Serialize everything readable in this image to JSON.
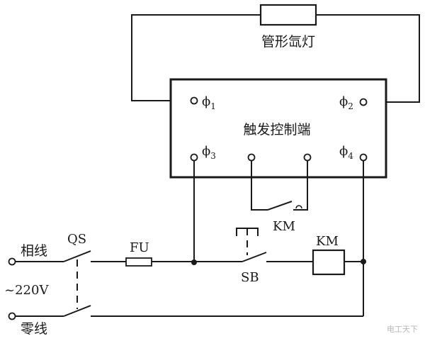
{
  "lamp_label": "管形氙灯",
  "controller_label": "触发控制端",
  "terminals": {
    "p1": "ϕ",
    "p1_sub": "1",
    "p2": "ϕ",
    "p2_sub": "2",
    "p3": "ϕ",
    "p3_sub": "3",
    "p4": "ϕ",
    "p4_sub": "4"
  },
  "supply": {
    "phase": "相线",
    "neutral": "零线",
    "voltage": "~220V"
  },
  "components": {
    "switch_qs": "QS",
    "fuse_fu": "FU",
    "button_sb": "SB",
    "contact_km": "KM",
    "relay_km": "KM"
  },
  "watermark": "电工天下"
}
